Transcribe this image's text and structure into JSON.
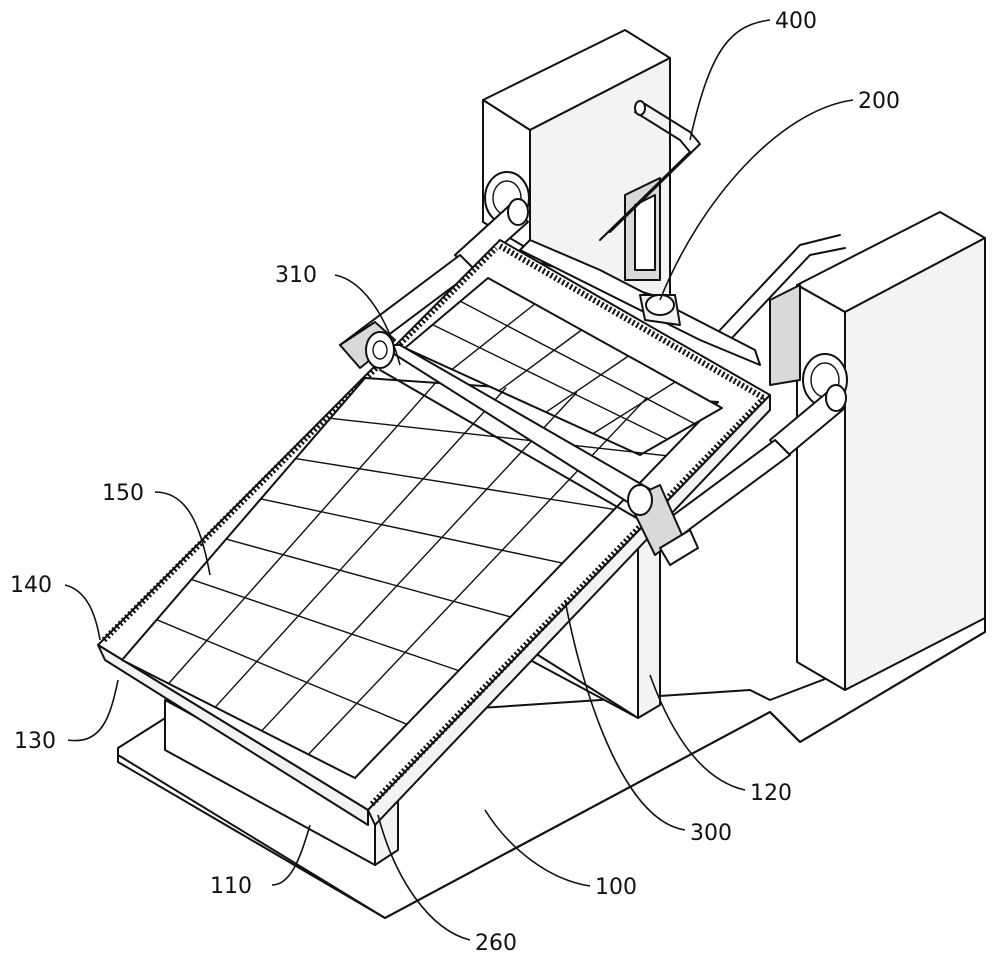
{
  "labels": {
    "l400": "400",
    "l200": "200",
    "l310": "310",
    "l150": "150",
    "l140": "140",
    "l130": "130",
    "l120": "120",
    "l300": "300",
    "l110": "110",
    "l100": "100",
    "l260": "260"
  }
}
